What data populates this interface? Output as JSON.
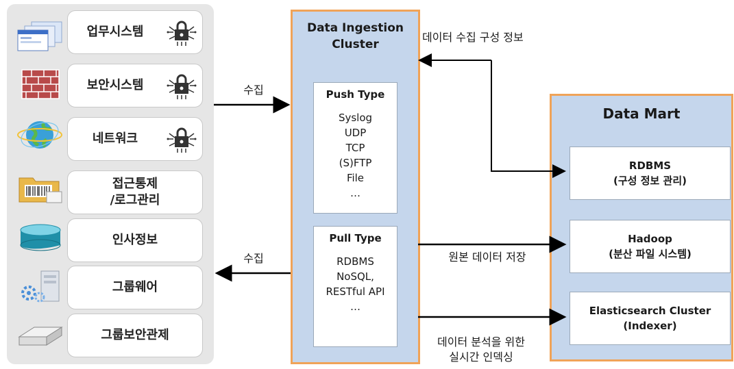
{
  "sources": [
    {
      "label": "업무시스템",
      "icon": "browser-window-icon",
      "locked": true
    },
    {
      "label": "보안시스템",
      "icon": "firewall-brick-icon",
      "locked": true
    },
    {
      "label": "네트워크",
      "icon": "globe-network-icon",
      "locked": true
    },
    {
      "label": "접근통제\n/로그관리",
      "icon": "folder-barcode-icon",
      "locked": false
    },
    {
      "label": "인사정보",
      "icon": "database-cylinder-icon",
      "locked": false
    },
    {
      "label": "그룹웨어",
      "icon": "server-gears-icon",
      "locked": false
    },
    {
      "label": "그룹보안관제",
      "icon": "appliance-box-icon",
      "locked": false
    }
  ],
  "ingestion": {
    "title": "Data Ingestion\nCluster",
    "push": {
      "title": "Push Type",
      "items": [
        "Syslog",
        "UDP",
        "TCP",
        "(S)FTP",
        "File",
        "…"
      ]
    },
    "pull": {
      "title": "Pull Type",
      "items": [
        "RDBMS",
        "NoSQL,",
        "RESTful API",
        "…"
      ]
    }
  },
  "data_mart": {
    "title": "Data Mart",
    "items": [
      {
        "label": "RDBMS\n(구성 정보 관리)"
      },
      {
        "label": "Hadoop\n(분산 파일 시스템)"
      },
      {
        "label": "Elasticsearch Cluster\n(Indexer)"
      }
    ]
  },
  "edges": {
    "collect_in": "수집",
    "collect_out": "수집",
    "config_info": "데이터 수집 구성 정보",
    "raw_store": "원본 데이터 저장",
    "realtime_index": "데이터 분석을 위한\n실시간 인덱싱"
  },
  "colors": {
    "accent_border": "#f0a358",
    "cluster_fill": "#c5d6ec",
    "panel_fill": "#e6e6e6"
  }
}
